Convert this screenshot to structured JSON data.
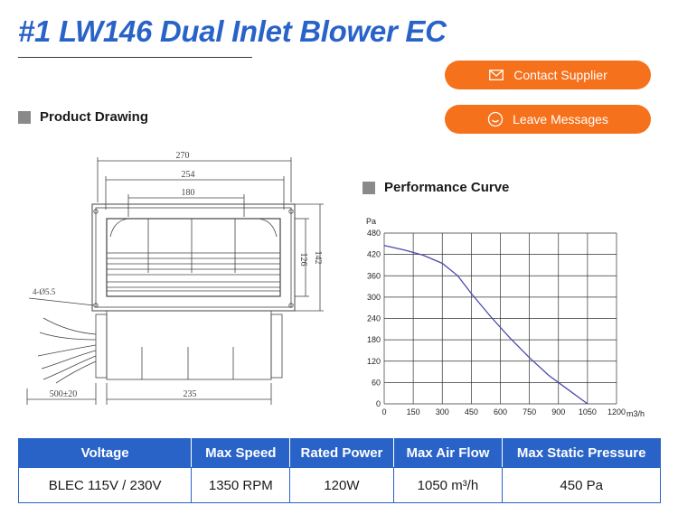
{
  "page": {
    "title": "#1 LW146 Dual Inlet Blower EC"
  },
  "buttons": {
    "contact": {
      "label": "Contact Supplier",
      "icon": "mail-icon"
    },
    "message": {
      "label": "Leave Messages",
      "icon": "chat-smile-icon"
    }
  },
  "sections": {
    "drawing": "Product Drawing",
    "curve": "Performance Curve"
  },
  "drawing": {
    "dims": {
      "d270": "270",
      "d254": "254",
      "d180": "180",
      "d126": "126",
      "d142": "142",
      "hole": "4-Ø5.5",
      "d500": "500±20",
      "d235": "235"
    }
  },
  "chart_data": {
    "type": "line",
    "title": "",
    "xlabel": "m3/h",
    "ylabel": "Pa",
    "xlim": [
      0,
      1200
    ],
    "ylim": [
      0,
      480
    ],
    "xticks": [
      0,
      150,
      300,
      450,
      600,
      750,
      900,
      1050,
      1200
    ],
    "yticks": [
      0,
      60,
      120,
      180,
      240,
      300,
      360,
      420,
      480
    ],
    "grid": true,
    "series": [
      {
        "x": [
          0,
          100,
          200,
          300,
          380,
          450,
          550,
          650,
          750,
          850,
          950,
          1050
        ],
        "y": [
          445,
          433,
          418,
          395,
          360,
          310,
          245,
          185,
          130,
          80,
          40,
          0
        ],
        "color": "#4a4aa8"
      }
    ]
  },
  "specs": {
    "headers": [
      "Voltage",
      "Max Speed",
      "Rated Power",
      "Max Air Flow",
      "Max Static Pressure"
    ],
    "rows": [
      [
        "BLEC 115V / 230V",
        "1350 RPM",
        "120W",
        "1050 m³/h",
        "450 Pa"
      ]
    ]
  },
  "colors": {
    "brand_blue": "#2a63c8",
    "accent_orange": "#f6711b"
  }
}
